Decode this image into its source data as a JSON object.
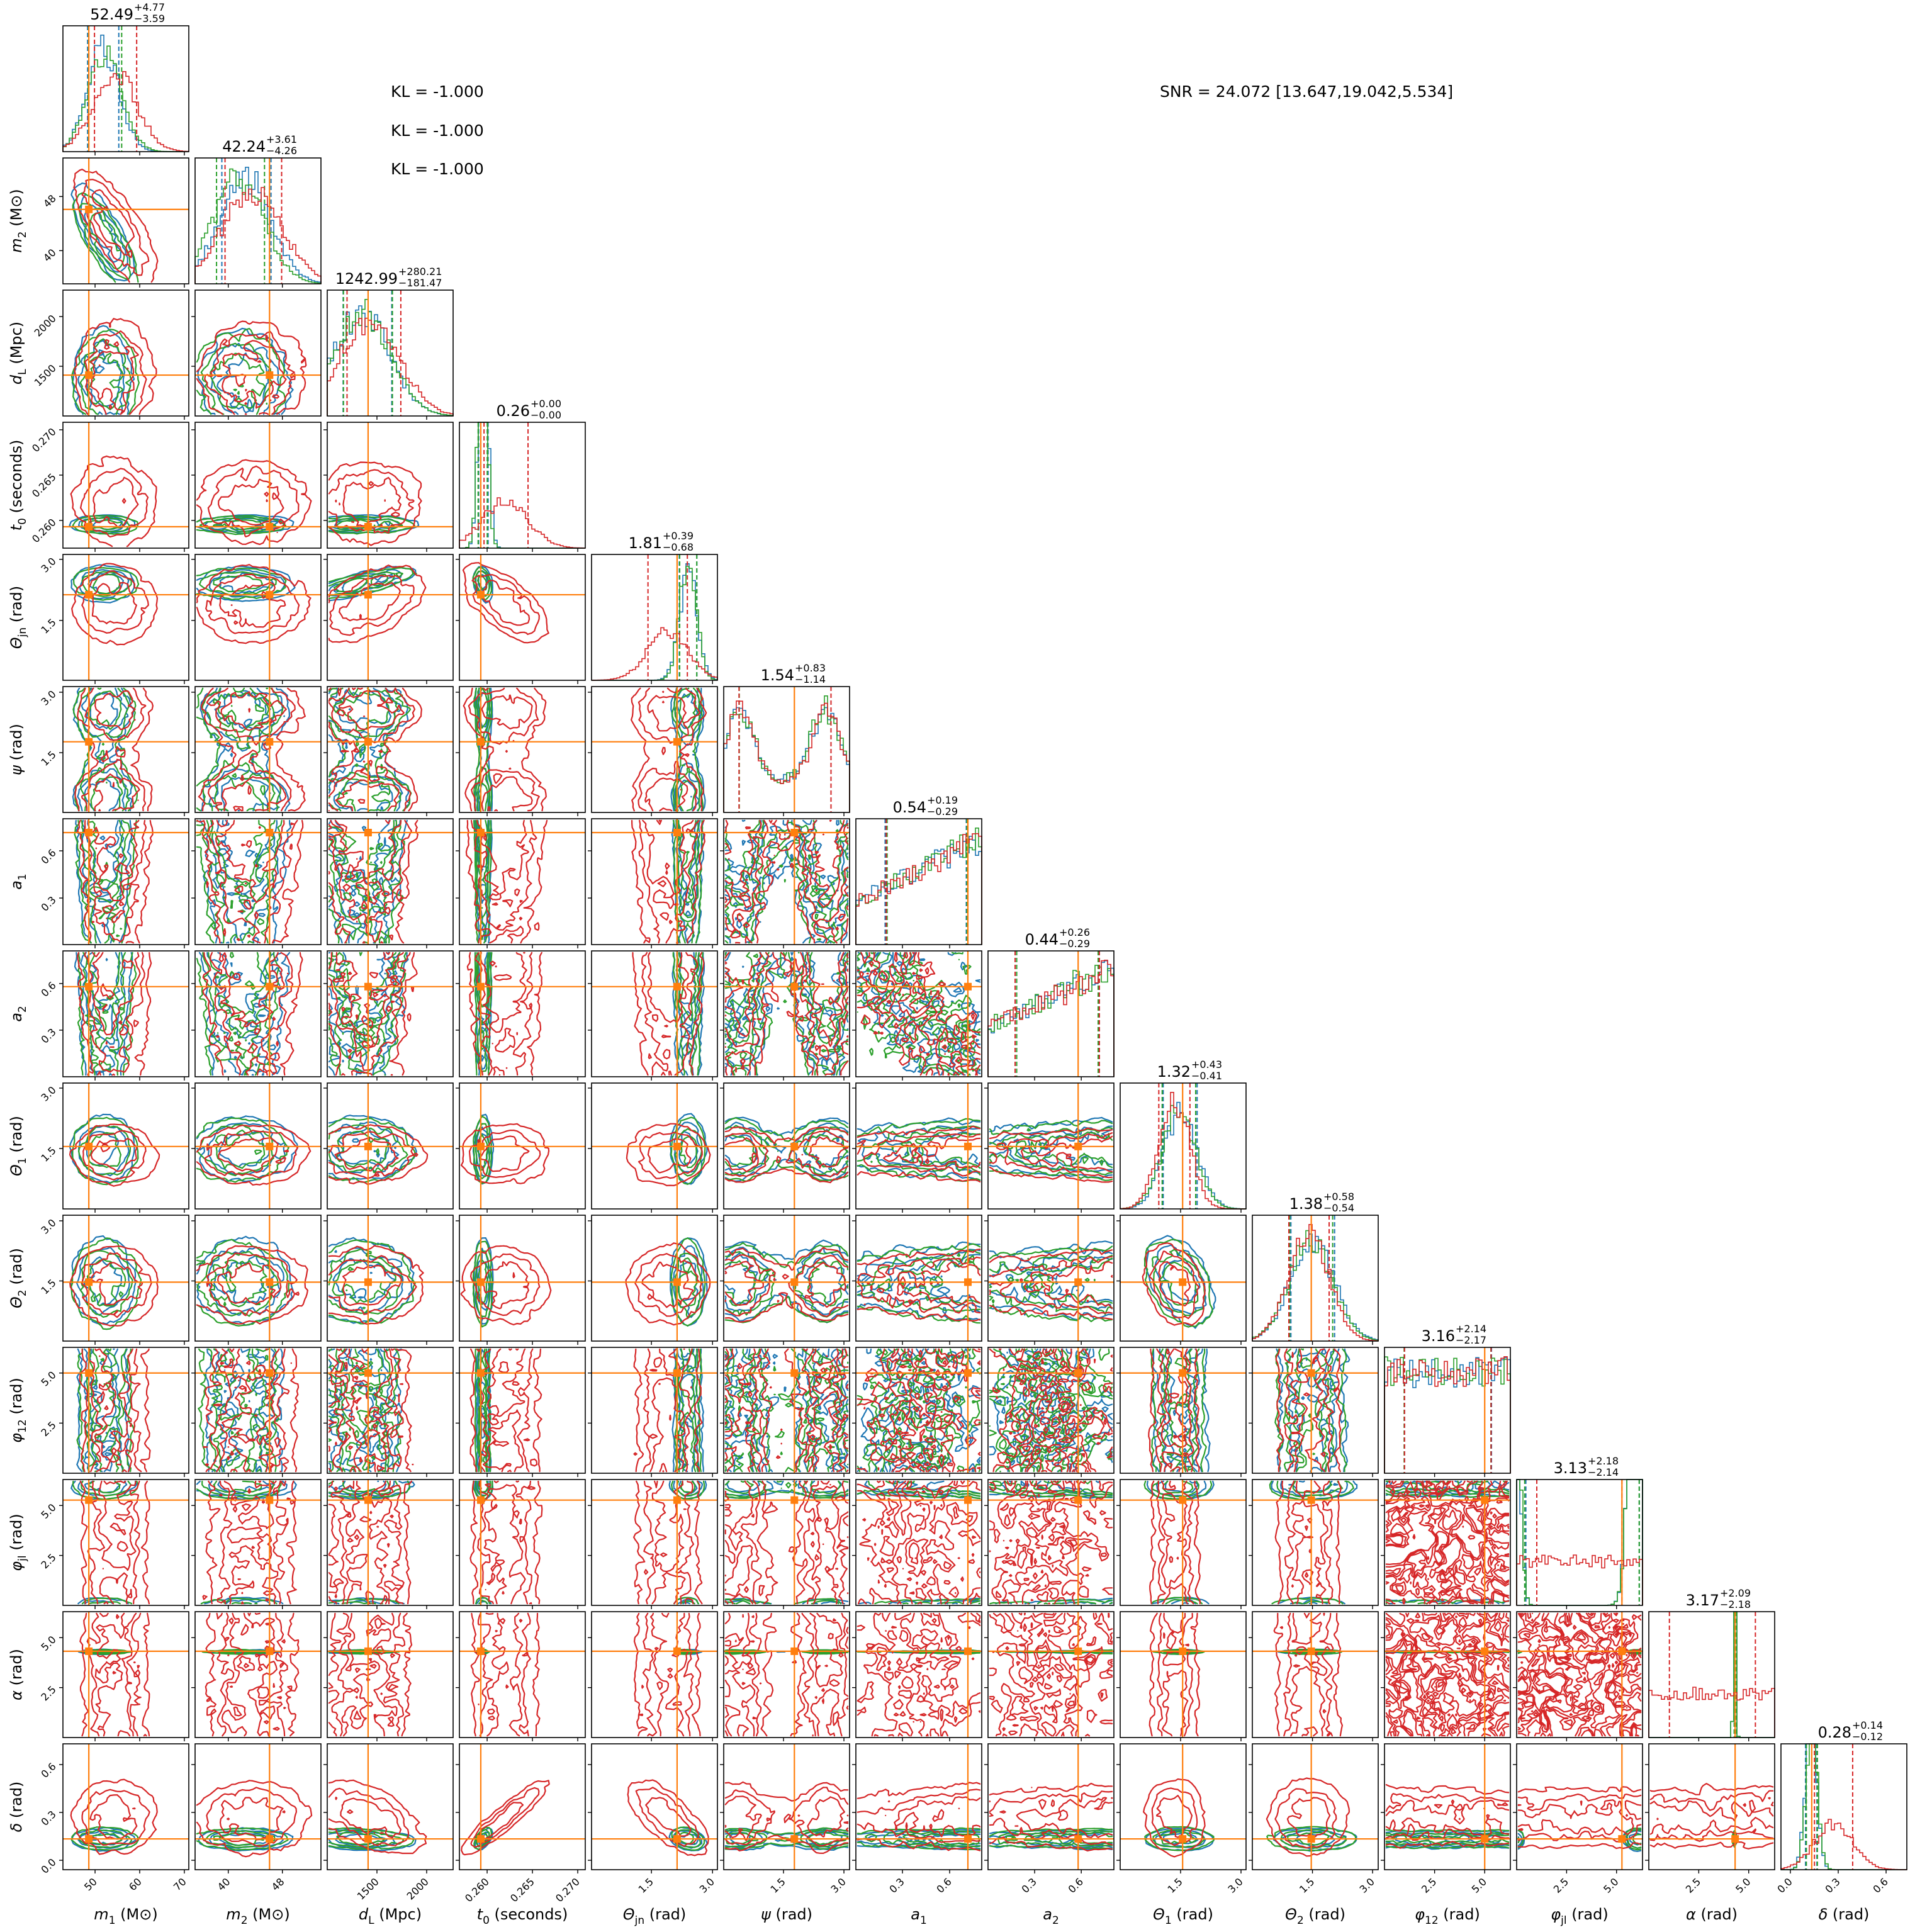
{
  "annotations": {
    "kl": [
      "KL = -1.000",
      "KL = -1.000",
      "KL = -1.000"
    ],
    "snr": "SNR = 24.072 [13.647,19.042,5.534]"
  },
  "chart_data": {
    "type": "corner",
    "series": [
      {
        "color": "#1f77b4"
      },
      {
        "color": "#2ca02c"
      },
      {
        "color": "#d62728"
      }
    ],
    "truth_color": "#ff7f0e",
    "contour_levels": [
      0.393,
      0.675,
      0.865
    ],
    "quantiles": [
      0.16,
      0.84
    ],
    "params": [
      {
        "key": "m1",
        "label": {
          "sym": "m",
          "sub": "1",
          "unit": " (M⊙)"
        },
        "title": {
          "value": "52.49",
          "plus": "+4.77",
          "minus": "−3.59"
        },
        "range": [
          42.8,
          71.0
        ],
        "ticks": [
          "50",
          "60",
          "70"
        ],
        "truth": 48.6,
        "dists": [
          {
            "comps": [
              [
                51.8,
                3.6
              ]
            ]
          },
          {
            "comps": [
              [
                52.3,
                3.8
              ]
            ]
          },
          {
            "comps": [
              [
                54.5,
                4.8
              ]
            ]
          }
        ]
      },
      {
        "key": "m2",
        "label": {
          "sym": "m",
          "sub": "2",
          "unit": " (M⊙)"
        },
        "title": {
          "value": "42.24",
          "plus": "+3.61",
          "minus": "−4.26"
        },
        "range": [
          35.1,
          53.7
        ],
        "ticks": [
          "40",
          "48"
        ],
        "truth": 46.1,
        "dists": [
          {
            "comps": [
              [
                42.5,
                3.8
              ]
            ]
          },
          {
            "comps": [
              [
                41.5,
                3.8
              ]
            ]
          },
          {
            "comps": [
              [
                43.5,
                4.5
              ]
            ]
          }
        ]
      },
      {
        "key": "dL",
        "label": {
          "sym": "d",
          "sub": "L",
          "unit": " (Mpc)"
        },
        "title": {
          "value": "1242.99",
          "plus": "+280.21",
          "minus": "−181.47"
        },
        "range": [
          1000,
          2266
        ],
        "ticks": [
          "1500",
          "2000"
        ],
        "truth": 1411,
        "dists": [
          {
            "comps": [
              [
                1350,
                280
              ]
            ]
          },
          {
            "comps": [
              [
                1350,
                280
              ]
            ]
          },
          {
            "comps": [
              [
                1420,
                300
              ]
            ]
          }
        ]
      },
      {
        "key": "t0",
        "label": {
          "sym": "t",
          "sub": "0",
          "unit": " (seconds)"
        },
        "title": {
          "value": "0.26",
          "plus": "+0.00",
          "minus": "−0.00"
        },
        "range": [
          0.25694,
          0.27083
        ],
        "ticks": [
          "0.260",
          "0.265",
          "0.270"
        ],
        "truth": 0.2593,
        "dists": [
          {
            "comps": [
              [
                0.2596,
                0.0005
              ]
            ]
          },
          {
            "comps": [
              [
                0.2595,
                0.0005
              ]
            ]
          },
          {
            "comps": [
              [
                0.262,
                0.0025
              ]
            ]
          }
        ]
      },
      {
        "key": "thetajn",
        "label": {
          "sym": "Θ",
          "sub": "jn",
          "unit": " (rad)"
        },
        "title": {
          "value": "1.81",
          "plus": "+0.39",
          "minus": "−0.68"
        },
        "range": [
          0.03,
          3.12
        ],
        "ticks": [
          "1.5",
          "3.0"
        ],
        "truth": 2.13,
        "dists": [
          {
            "comps": [
              [
                2.4,
                0.22
              ]
            ]
          },
          {
            "comps": [
              [
                2.4,
                0.2
              ]
            ]
          },
          {
            "comps": [
              [
                1.9,
                0.5
              ]
            ]
          }
        ]
      },
      {
        "key": "psi",
        "label": {
          "sym": "ψ",
          "sub": "",
          "unit": " (rad)"
        },
        "title": {
          "value": "1.54",
          "plus": "+0.83",
          "minus": "−1.14"
        },
        "range": [
          0.016,
          3.14
        ],
        "ticks": [
          "1.5",
          "3.0"
        ],
        "truth": 1.77,
        "dists": [
          {
            "comps": [
              [
                0.4,
                0.35,
                1
              ],
              [
                2.55,
                0.35,
                1
              ]
            ],
            "floor": 0.45
          },
          {
            "comps": [
              [
                0.4,
                0.35,
                1
              ],
              [
                2.55,
                0.35,
                1
              ]
            ],
            "floor": 0.45
          },
          {
            "comps": [
              [
                0.4,
                0.35,
                1
              ],
              [
                2.55,
                0.35,
                1
              ]
            ],
            "floor": 0.45
          }
        ]
      },
      {
        "key": "a1",
        "label": {
          "sym": "a",
          "sub": "1",
          "unit": ""
        },
        "title": {
          "value": "0.54",
          "plus": "+0.19",
          "minus": "−0.29"
        },
        "range": [
          0.004,
          0.804
        ],
        "ticks": [
          "0.3",
          "0.6"
        ],
        "truth": 0.716,
        "dists": [
          {
            "floor": 1,
            "slope": 1.5
          },
          {
            "floor": 1,
            "slope": 1.5
          },
          {
            "floor": 1,
            "slope": 1.5
          }
        ]
      },
      {
        "key": "a2",
        "label": {
          "sym": "a",
          "sub": "2",
          "unit": ""
        },
        "title": {
          "value": "0.44",
          "plus": "+0.26",
          "minus": "−0.29"
        },
        "range": [
          0.0,
          0.81
        ],
        "ticks": [
          "0.3",
          "0.6"
        ],
        "truth": 0.58,
        "dists": [
          {
            "floor": 1,
            "slope": 1.2
          },
          {
            "floor": 1,
            "slope": 1.2
          },
          {
            "floor": 1,
            "slope": 1.2
          }
        ]
      },
      {
        "key": "theta1",
        "label": {
          "sym": "Θ",
          "sub": "1",
          "unit": " (rad)"
        },
        "title": {
          "value": "1.32",
          "plus": "+0.43",
          "minus": "−0.41"
        },
        "range": [
          0.0,
          3.125
        ],
        "ticks": [
          "1.5",
          "3.0"
        ],
        "truth": 1.55,
        "dists": [
          {
            "comps": [
              [
                1.5,
                0.42
              ]
            ]
          },
          {
            "comps": [
              [
                1.45,
                0.42
              ]
            ]
          },
          {
            "comps": [
              [
                1.35,
                0.38
              ]
            ]
          }
        ]
      },
      {
        "key": "theta2",
        "label": {
          "sym": "Θ",
          "sub": "2",
          "unit": " (rad)"
        },
        "title": {
          "value": "1.38",
          "plus": "+0.58",
          "minus": "−0.54"
        },
        "range": [
          0.0,
          3.14
        ],
        "ticks": [
          "1.5",
          "3.0"
        ],
        "truth": 1.47,
        "dists": [
          {
            "comps": [
              [
                1.5,
                0.55
              ]
            ]
          },
          {
            "comps": [
              [
                1.45,
                0.55
              ]
            ]
          },
          {
            "comps": [
              [
                1.4,
                0.5
              ]
            ]
          }
        ]
      },
      {
        "key": "phi12",
        "label": {
          "sym": "φ",
          "sub": "12",
          "unit": " (rad)"
        },
        "title": {
          "value": "3.16",
          "plus": "+2.14",
          "minus": "−2.17"
        },
        "range": [
          0.0,
          6.28
        ],
        "ticks": [
          "2.5",
          "5.0"
        ],
        "truth": 5.0,
        "dists": [
          {
            "floor": 1
          },
          {
            "floor": 1
          },
          {
            "floor": 1
          }
        ]
      },
      {
        "key": "phijl",
        "label": {
          "sym": "φ",
          "sub": "jl",
          "unit": " (rad)"
        },
        "title": {
          "value": "3.13",
          "plus": "+2.18",
          "minus": "−2.14"
        },
        "range": [
          0.0,
          6.3
        ],
        "ticks": [
          "2.5",
          "5.0"
        ],
        "truth": 5.27,
        "dists": [
          {
            "comps": [
              [
                6.0,
                0.35,
                1
              ],
              [
                0.05,
                0.2,
                0.5
              ]
            ]
          },
          {
            "comps": [
              [
                6.0,
                0.35,
                1
              ],
              [
                0.05,
                0.2,
                0.5
              ]
            ]
          },
          {
            "floor": 1
          }
        ]
      },
      {
        "key": "alpha",
        "label": {
          "sym": "α",
          "sub": "",
          "unit": " (rad)"
        },
        "title": {
          "value": "3.17",
          "plus": "+2.09",
          "minus": "−2.18"
        },
        "range": [
          0.0,
          6.3
        ],
        "ticks": [
          "2.5",
          "5.0"
        ],
        "truth": 4.32,
        "dists": [
          {
            "comps": [
              [
                4.32,
                0.03
              ]
            ]
          },
          {
            "comps": [
              [
                4.32,
                0.03
              ]
            ]
          },
          {
            "floor": 1
          }
        ]
      },
      {
        "key": "delta",
        "label": {
          "sym": "δ",
          "sub": "",
          "unit": " (rad)"
        },
        "title": {
          "value": "0.28",
          "plus": "+0.14",
          "minus": "−0.12"
        },
        "range": [
          -0.059,
          0.73
        ],
        "ticks": [
          "0.0",
          "0.3",
          "0.6"
        ],
        "truth": 0.134,
        "dists": [
          {
            "comps": [
              [
                0.13,
                0.035
              ]
            ]
          },
          {
            "comps": [
              [
                0.135,
                0.035
              ]
            ]
          },
          {
            "comps": [
              [
                0.27,
                0.12
              ]
            ]
          }
        ]
      }
    ],
    "correlations": [
      {
        "pair": [
          "m1",
          "m2"
        ],
        "rho": [
          -0.75,
          -0.75,
          -0.7
        ]
      },
      {
        "pair": [
          "dL",
          "thetajn"
        ],
        "rho": [
          0.75,
          0.75,
          0.5
        ]
      },
      {
        "pair": [
          "t0",
          "thetajn"
        ],
        "rho": [
          -0.3,
          -0.3,
          -0.65
        ]
      },
      {
        "pair": [
          "t0",
          "delta"
        ],
        "rho": [
          0.6,
          0.6,
          0.92
        ]
      },
      {
        "pair": [
          "thetajn",
          "delta"
        ],
        "rho": [
          -0.3,
          -0.3,
          -0.7
        ]
      },
      {
        "pair": [
          "dL",
          "delta"
        ],
        "rho": [
          -0.2,
          -0.2,
          -0.5
        ]
      },
      {
        "pair": [
          "theta1",
          "theta2"
        ],
        "rho": [
          -0.4,
          -0.4,
          -0.3
        ]
      }
    ]
  }
}
